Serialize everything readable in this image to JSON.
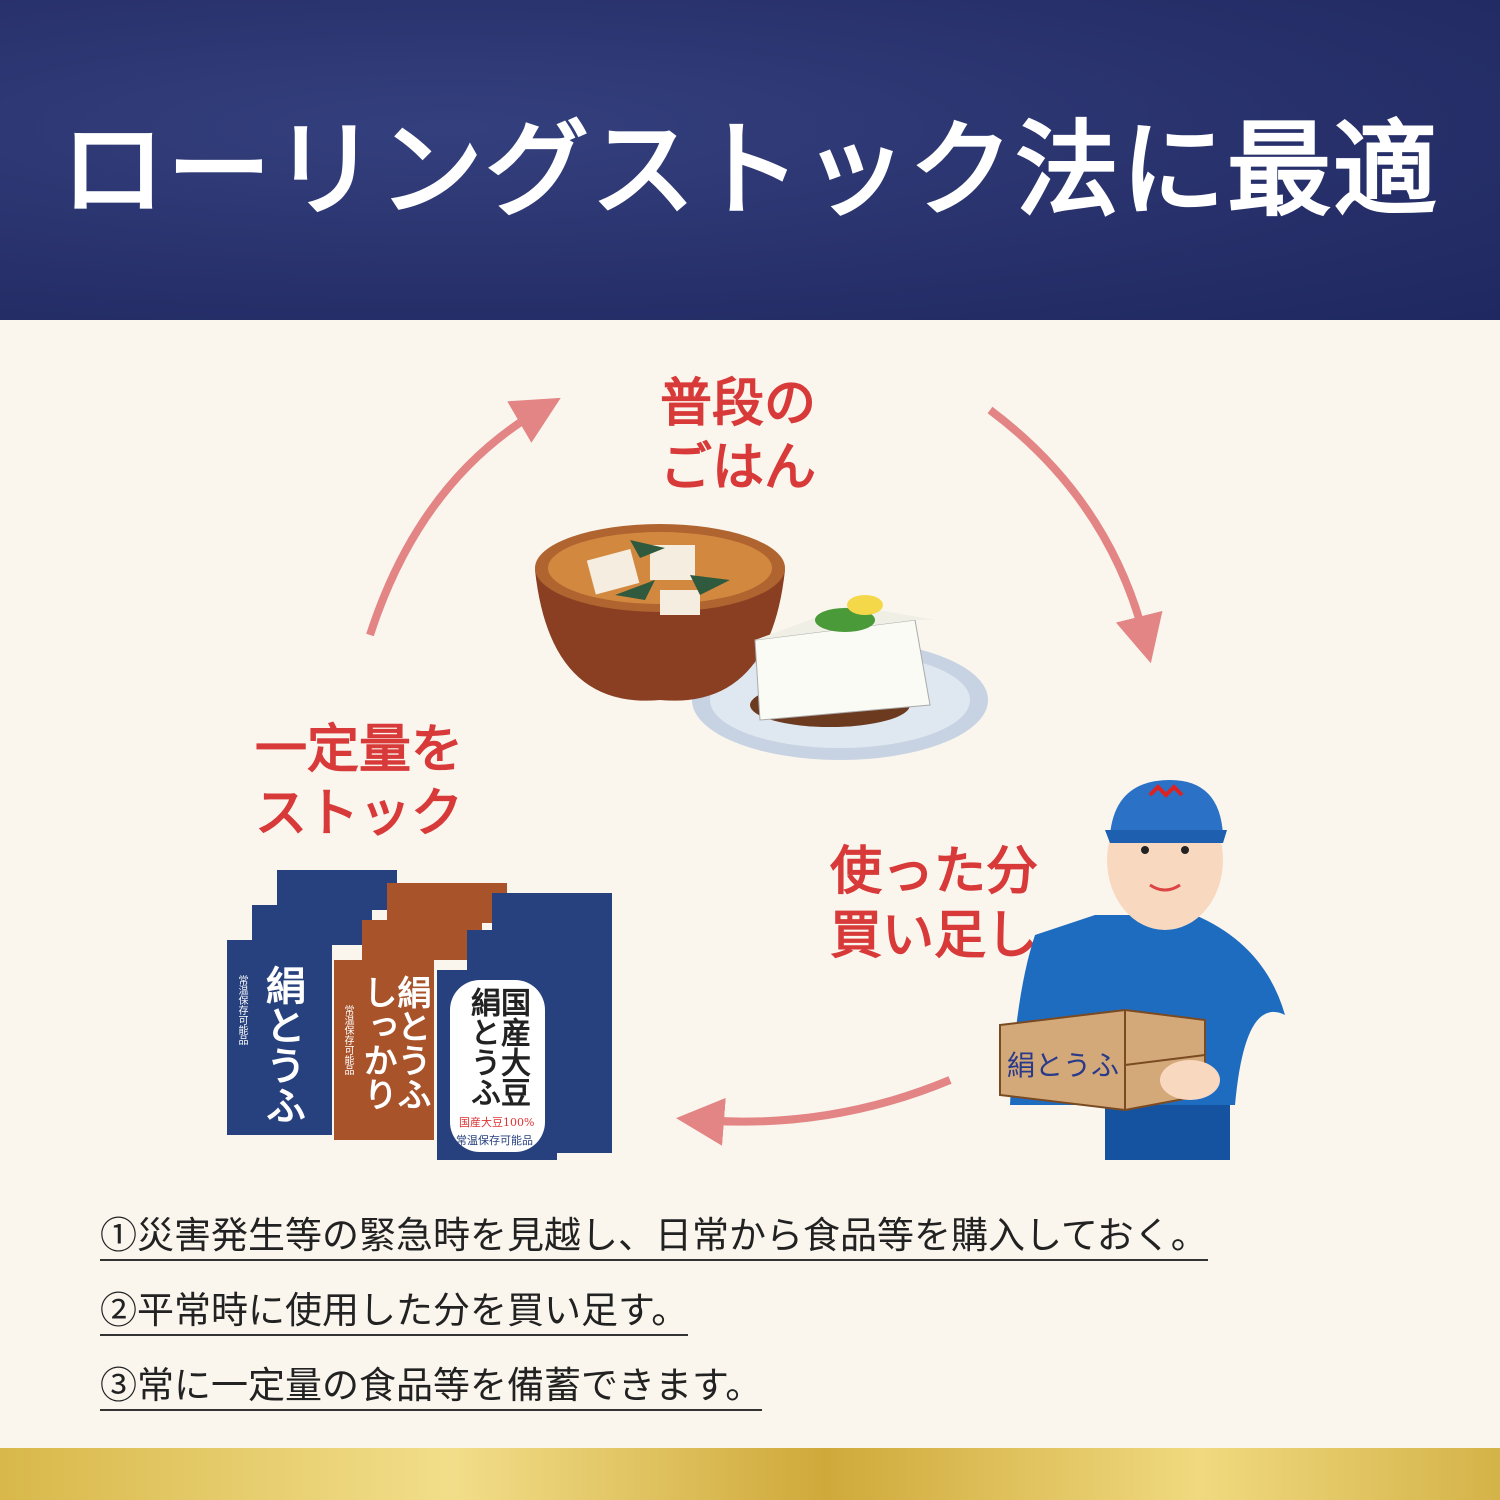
{
  "header": {
    "title": "ローリングストック法に最適"
  },
  "cycle": {
    "daily_meal": [
      "普段の",
      "ごはん"
    ],
    "restock": [
      "使った分",
      "買い足し"
    ],
    "stock": [
      "一定量を",
      "ストック"
    ]
  },
  "products": {
    "box1": {
      "name": "絹とうふ",
      "sub": "常温保存可能品"
    },
    "box2": {
      "name": "絹とうふしっかり",
      "sub": "常温保存可能品"
    },
    "box3": {
      "name": "国産大豆絹とうふ",
      "badge": "国産大豆100%",
      "sub": "常温保存可能品"
    },
    "carton": "絹とうふ"
  },
  "steps": [
    "①災害発生等の緊急時を見越し、日常から食品等を購入しておく。",
    "②平常時に使用した分を買い足す。",
    "③常に一定量の食品等を備蓄できます。"
  ],
  "colors": {
    "header": "#2a3570",
    "label": "#d83a3a",
    "arrow": "#e38585",
    "gold": "#e0c460"
  }
}
